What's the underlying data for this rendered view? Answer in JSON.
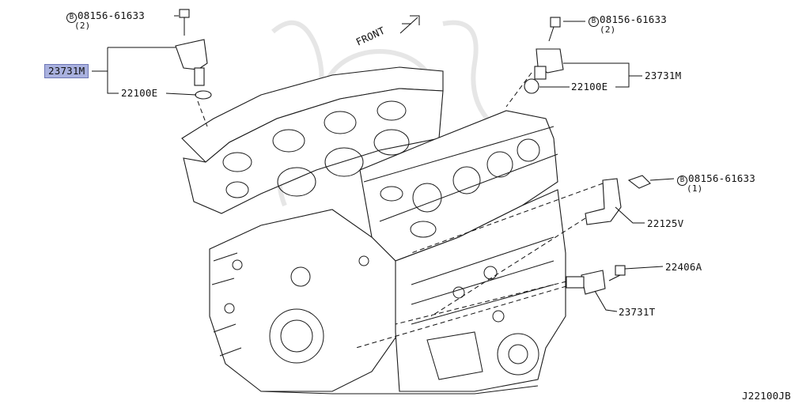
{
  "diagram": {
    "figure_code": "J22100JB",
    "front_label": "FRONT",
    "bolt_symbol": "B",
    "labels": {
      "bolt_top_left": {
        "part": "08156-61633",
        "qty": "(2)"
      },
      "bolt_top_right": {
        "part": "08156-61633",
        "qty": "(2)"
      },
      "bolt_mid_right": {
        "part": "08156-61633",
        "qty": "(1)"
      },
      "sensor_left": "23731M",
      "oring_left": "22100E",
      "sensor_right": "23731M",
      "oring_right": "22100E",
      "bracket": "22125V",
      "bolt_lower_right": "22406A",
      "sensor_lower": "23731T"
    },
    "highlight_color": "#a9b1df"
  }
}
